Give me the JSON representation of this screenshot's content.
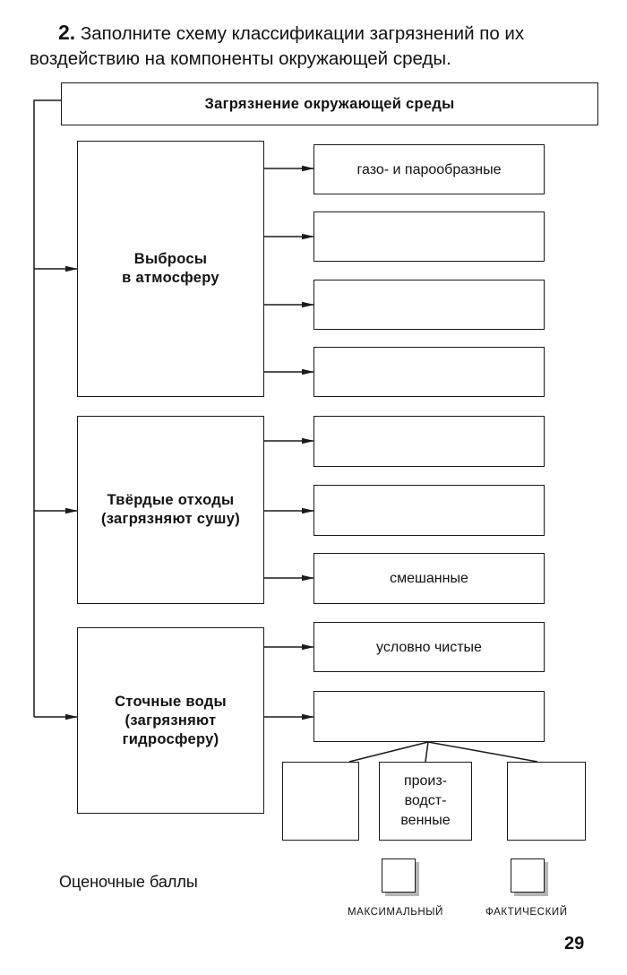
{
  "task": {
    "number": "2.",
    "text": "Заполните схему классификации загрязнений по их воздействию на компоненты окружающей среды."
  },
  "scheme": {
    "root": "Загрязнение окружающей среды",
    "groups": [
      {
        "title": [
          "Выбросы",
          "в атмосферу"
        ],
        "items": [
          "газо- и парообразные",
          "",
          "",
          ""
        ]
      },
      {
        "title": [
          "Твёрдые отходы",
          "(загрязняют сушу)"
        ],
        "items": [
          "",
          "",
          "смешанные"
        ]
      },
      {
        "title": [
          "Сточные воды",
          "(загрязняют",
          "гидросферу)"
        ],
        "items": [
          "условно чистые",
          ""
        ]
      }
    ],
    "sub_items": [
      "",
      "произ-\nводст-\nвенные",
      ""
    ]
  },
  "scores": {
    "label": "Оценочные баллы",
    "max_label": "МАКСИМАЛЬНЫЙ",
    "actual_label": "ФАКТИЧЕСКИЙ"
  },
  "page_number": "29"
}
